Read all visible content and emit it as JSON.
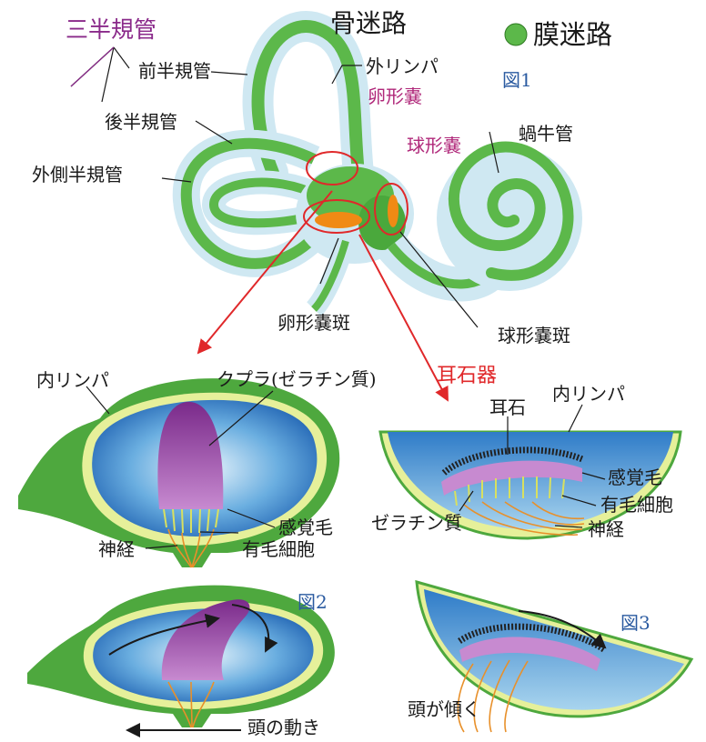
{
  "labels": {
    "semicircular_canals": "三半規管",
    "bony_labyrinth": "骨迷路",
    "membranous_labyrinth": "膜迷路",
    "anterior_canal": "前半規管",
    "perilymph": "外リンパ",
    "fig1": "図1",
    "utricle": "卵形嚢",
    "posterior_canal": "後半規管",
    "saccule": "球形嚢",
    "cochlear_duct": "蝸牛管",
    "lateral_canal": "外側半規管",
    "utricular_macula": "卵形嚢斑",
    "saccular_macula": "球形嚢斑",
    "endolymph_left": "内リンパ",
    "cupula": "クプラ(ゼラチン質)",
    "otolith_organ": "耳石器",
    "otolith": "耳石",
    "endolymph_right": "内リンパ",
    "sensory_hair_left": "感覚毛",
    "nerve_left": "神経",
    "hair_cell_left": "有毛細胞",
    "sensory_hair_right": "感覚毛",
    "hair_cell_right": "有毛細胞",
    "gelatin": "ゼラチン質",
    "nerve_right": "神経",
    "fig2": "図2",
    "fig3": "図3",
    "head_tilt": "頭が傾く",
    "head_motion": "頭の動き"
  },
  "colors": {
    "membrane_green": "#5cb84a",
    "perilymph_blue": "#cfe8f2",
    "endolymph_blue": "#3a86cf",
    "cupula_purple": "#9a4aa8",
    "arrow_red": "#e0282a",
    "nerve_orange": "#e8902a"
  }
}
